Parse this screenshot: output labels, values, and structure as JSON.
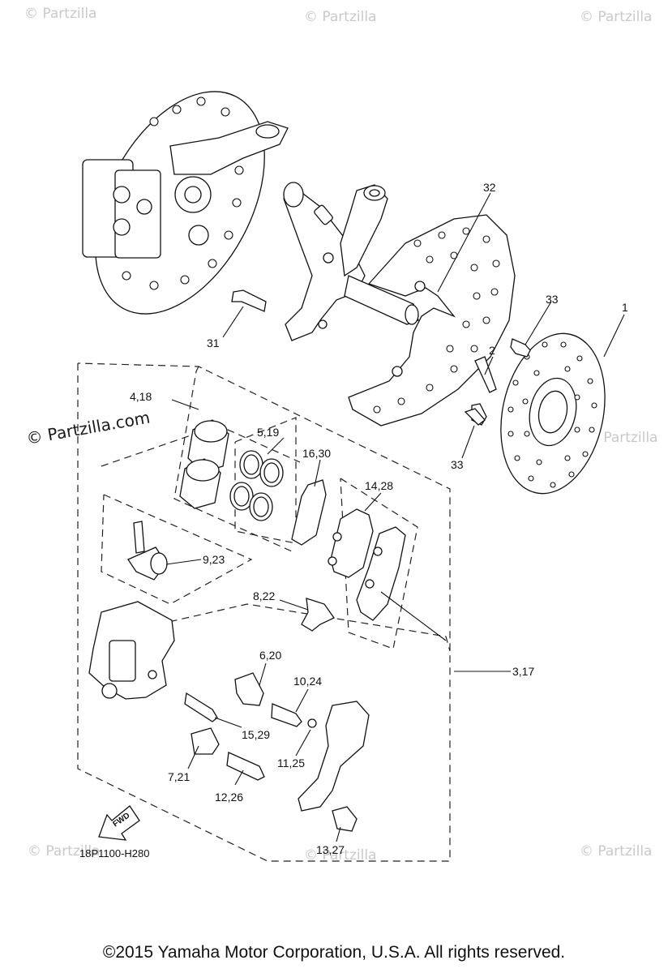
{
  "diagram_code": "18P1100-H280",
  "fwd_label": "FWD",
  "watermark_text": "© Partzilla",
  "watermark_main": "© Partzilla.com",
  "copyright": "©2015 Yamaha Motor Corporation, U.S.A. All rights reserved.",
  "callouts": {
    "c1": "1",
    "c2": "2",
    "c3_17": "3,17",
    "c4_18": "4,18",
    "c5_19": "5,19",
    "c6_20": "6,20",
    "c7_21": "7,21",
    "c8_22": "8,22",
    "c9_23": "9,23",
    "c10_24": "10,24",
    "c11_25": "11,25",
    "c12_26": "12,26",
    "c13_27": "13,27",
    "c14_28": "14,28",
    "c15_29": "15,29",
    "c16_30": "16,30",
    "c31": "31",
    "c32": "32",
    "c33a": "33",
    "c33b": "33"
  }
}
